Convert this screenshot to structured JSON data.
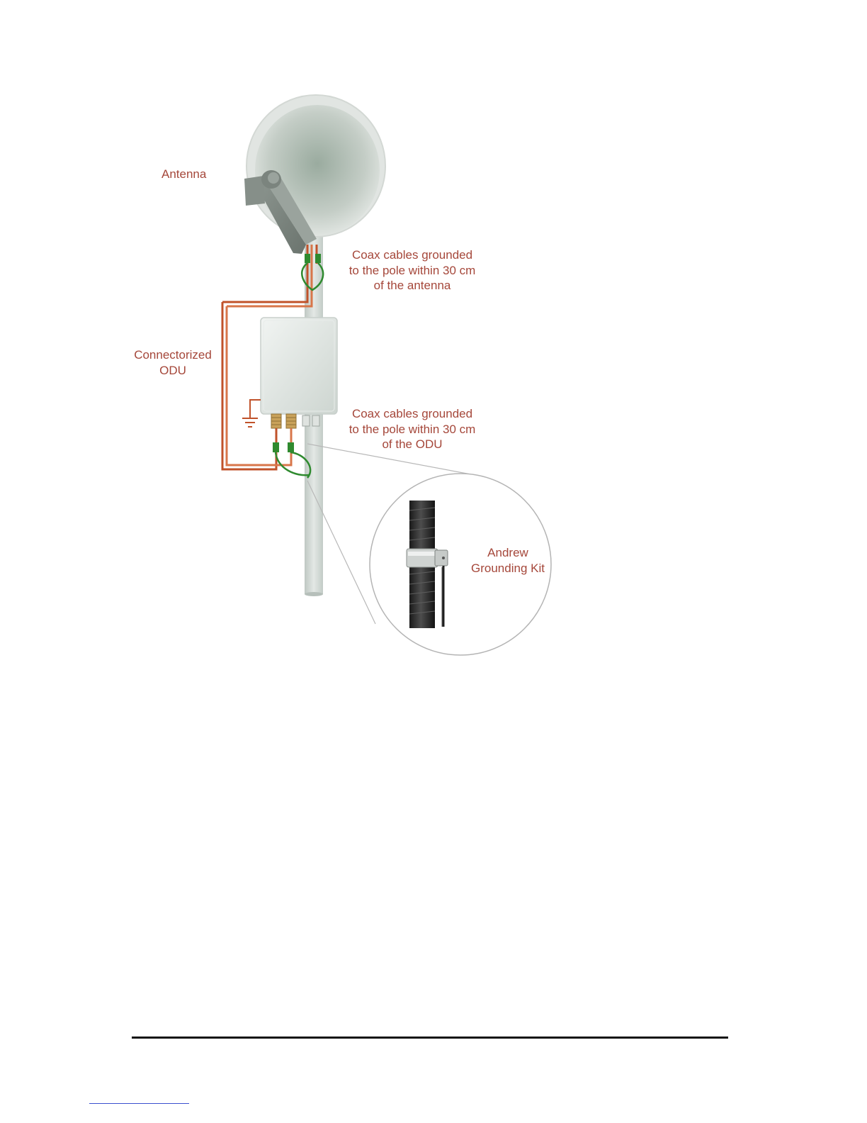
{
  "labels": {
    "antenna": "Antenna",
    "coax_antenna": [
      "Coax cables grounded",
      "to the pole within 30 cm",
      "of the antenna"
    ],
    "connectorized_odu": [
      "Connectorized",
      "ODU"
    ],
    "coax_odu": [
      "Coax cables grounded",
      "to the pole within 30 cm",
      "of the ODU"
    ],
    "andrew_kit": [
      "Andrew",
      "Grounding Kit"
    ]
  },
  "colors": {
    "label_text": "#a5473a",
    "coax_cable": "#c0522a",
    "ground_strap": "#2f8a2f",
    "pole": "#d4dbd7",
    "ground_symbol": "#c0522a"
  }
}
